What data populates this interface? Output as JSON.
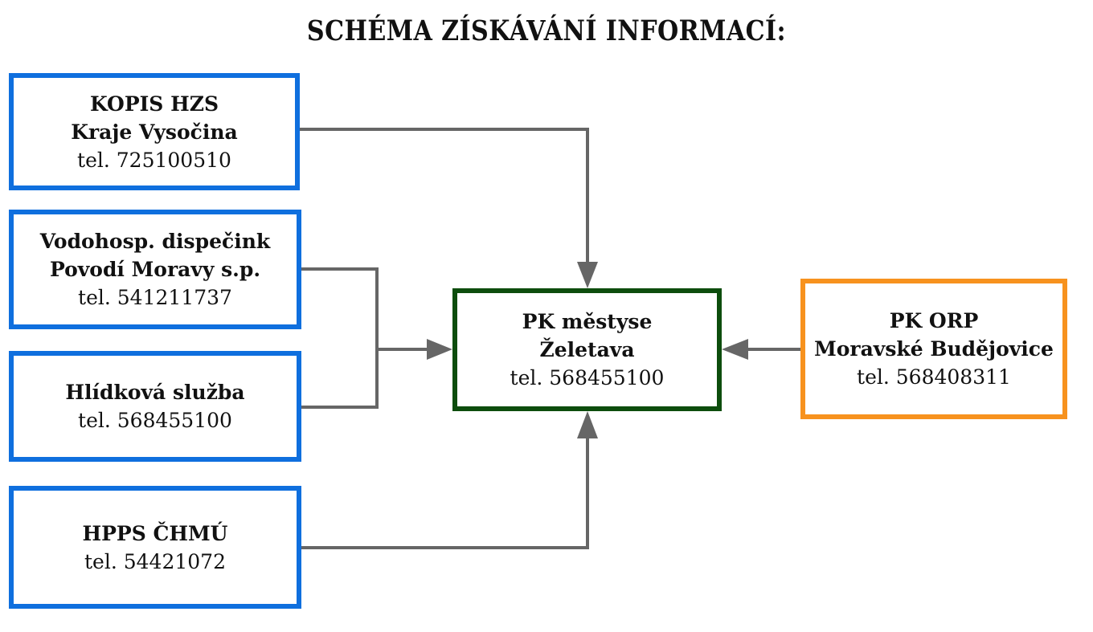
{
  "title": "SCHÉMA ZÍSKÁVÁNÍ INFORMACÍ:",
  "colors": {
    "blue": "#0f6fde",
    "green": "#0d4d0d",
    "orange": "#f7921e",
    "arrow": "#666666"
  },
  "nodes": {
    "kopis": {
      "line1": "KOPIS HZS",
      "line2": "Kraje Vysočina",
      "phone": "tel. 725100510"
    },
    "vodo": {
      "line1": "Vodohosp. dispečink",
      "line2": "Povodí Moravy s.p.",
      "phone": "tel. 541211737"
    },
    "hlid": {
      "line1": "Hlídková služba",
      "phone": "tel. 568455100"
    },
    "hpps": {
      "line1": "HPPS ČHMÚ",
      "phone": "tel. 54421072"
    },
    "pk": {
      "line1": "PK městyse",
      "line2": "Želetava",
      "phone": "tel. 568455100"
    },
    "orp": {
      "line1": "PK ORP",
      "line2": "Moravské Budějovice",
      "phone": "tel. 568408311"
    }
  },
  "edges": [
    {
      "from": "kopis",
      "to": "pk"
    },
    {
      "from": "vodo",
      "to": "pk"
    },
    {
      "from": "hlid",
      "to": "pk"
    },
    {
      "from": "hpps",
      "to": "pk"
    },
    {
      "from": "orp",
      "to": "pk"
    }
  ]
}
